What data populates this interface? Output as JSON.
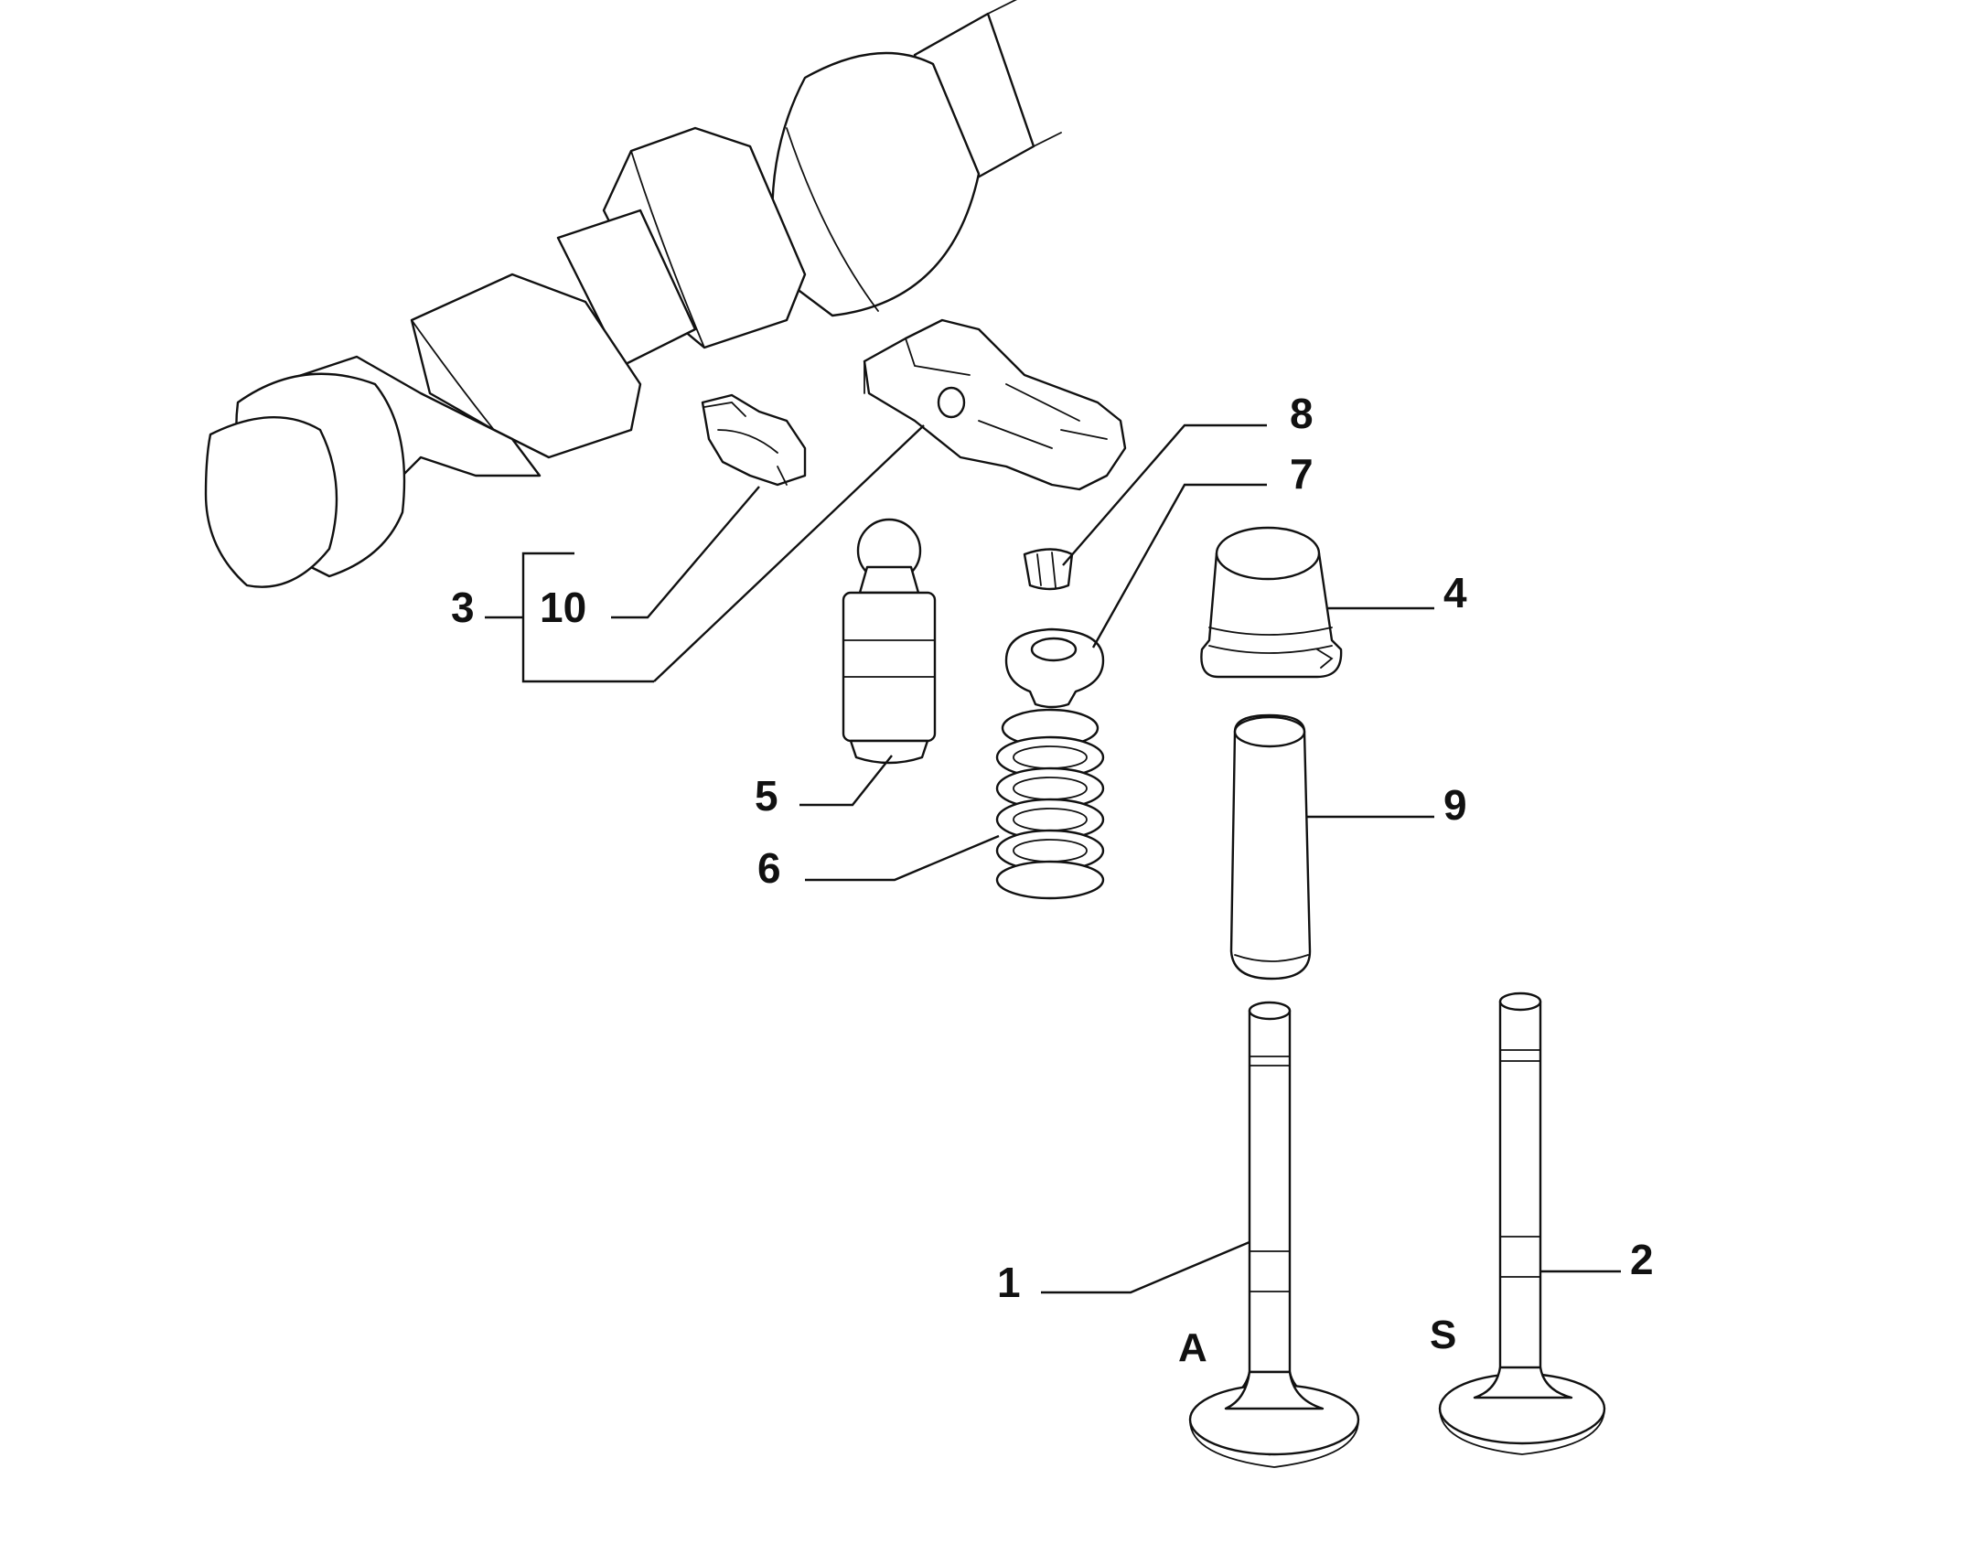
{
  "callouts": {
    "c1": "1",
    "c2": "2",
    "c3": "3",
    "c4": "4",
    "c5": "5",
    "c6": "6",
    "c7": "7",
    "c8": "8",
    "c9": "9",
    "c10": "10"
  },
  "markers": {
    "intake": "A",
    "exhaust": "S"
  },
  "colors": {
    "line": "#111111",
    "background": "#ffffff"
  }
}
